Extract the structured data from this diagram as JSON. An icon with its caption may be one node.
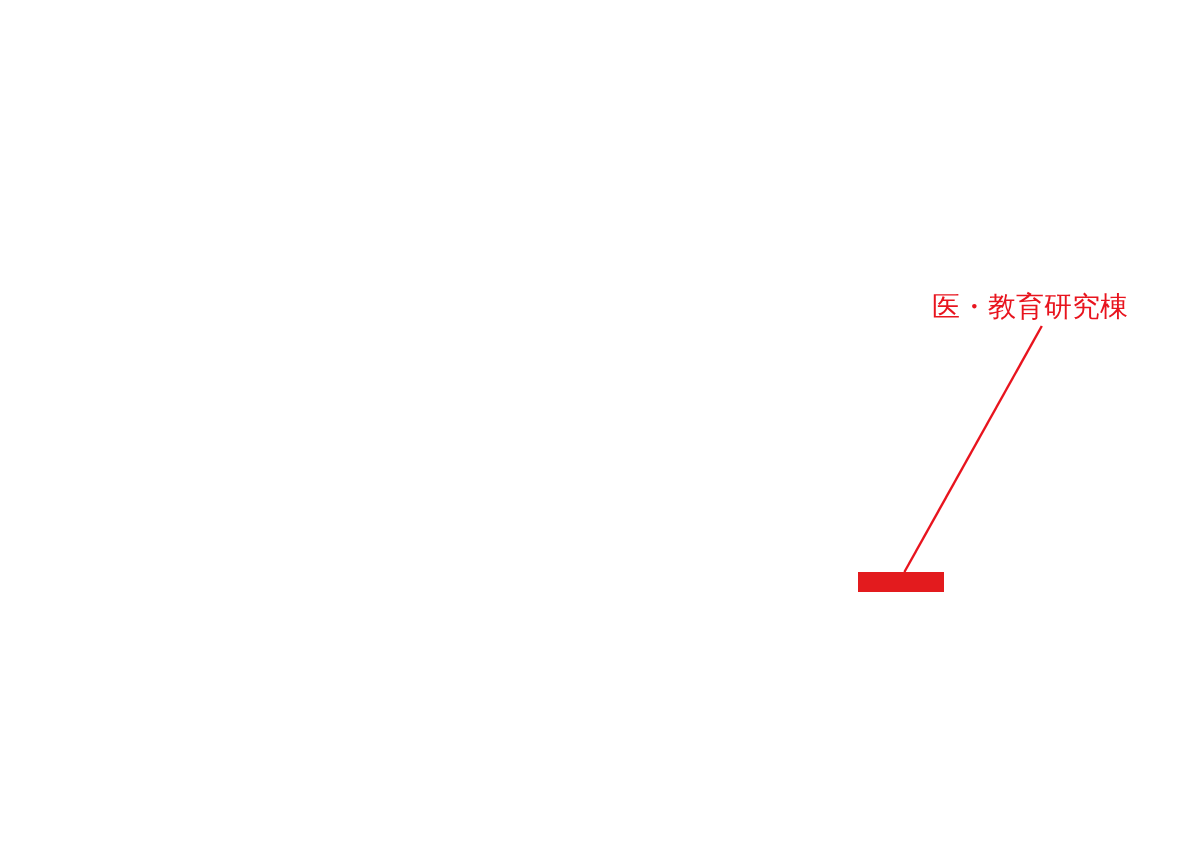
{
  "diagram": {
    "nodes": [
      {
        "text": [
          "医・教育研究棟"
        ]
      },
      {
        "text": [],
        "shape": "bar"
      }
    ],
    "edges": [
      {
        "from": 0,
        "to": 1,
        "arrow": "none"
      }
    ]
  }
}
